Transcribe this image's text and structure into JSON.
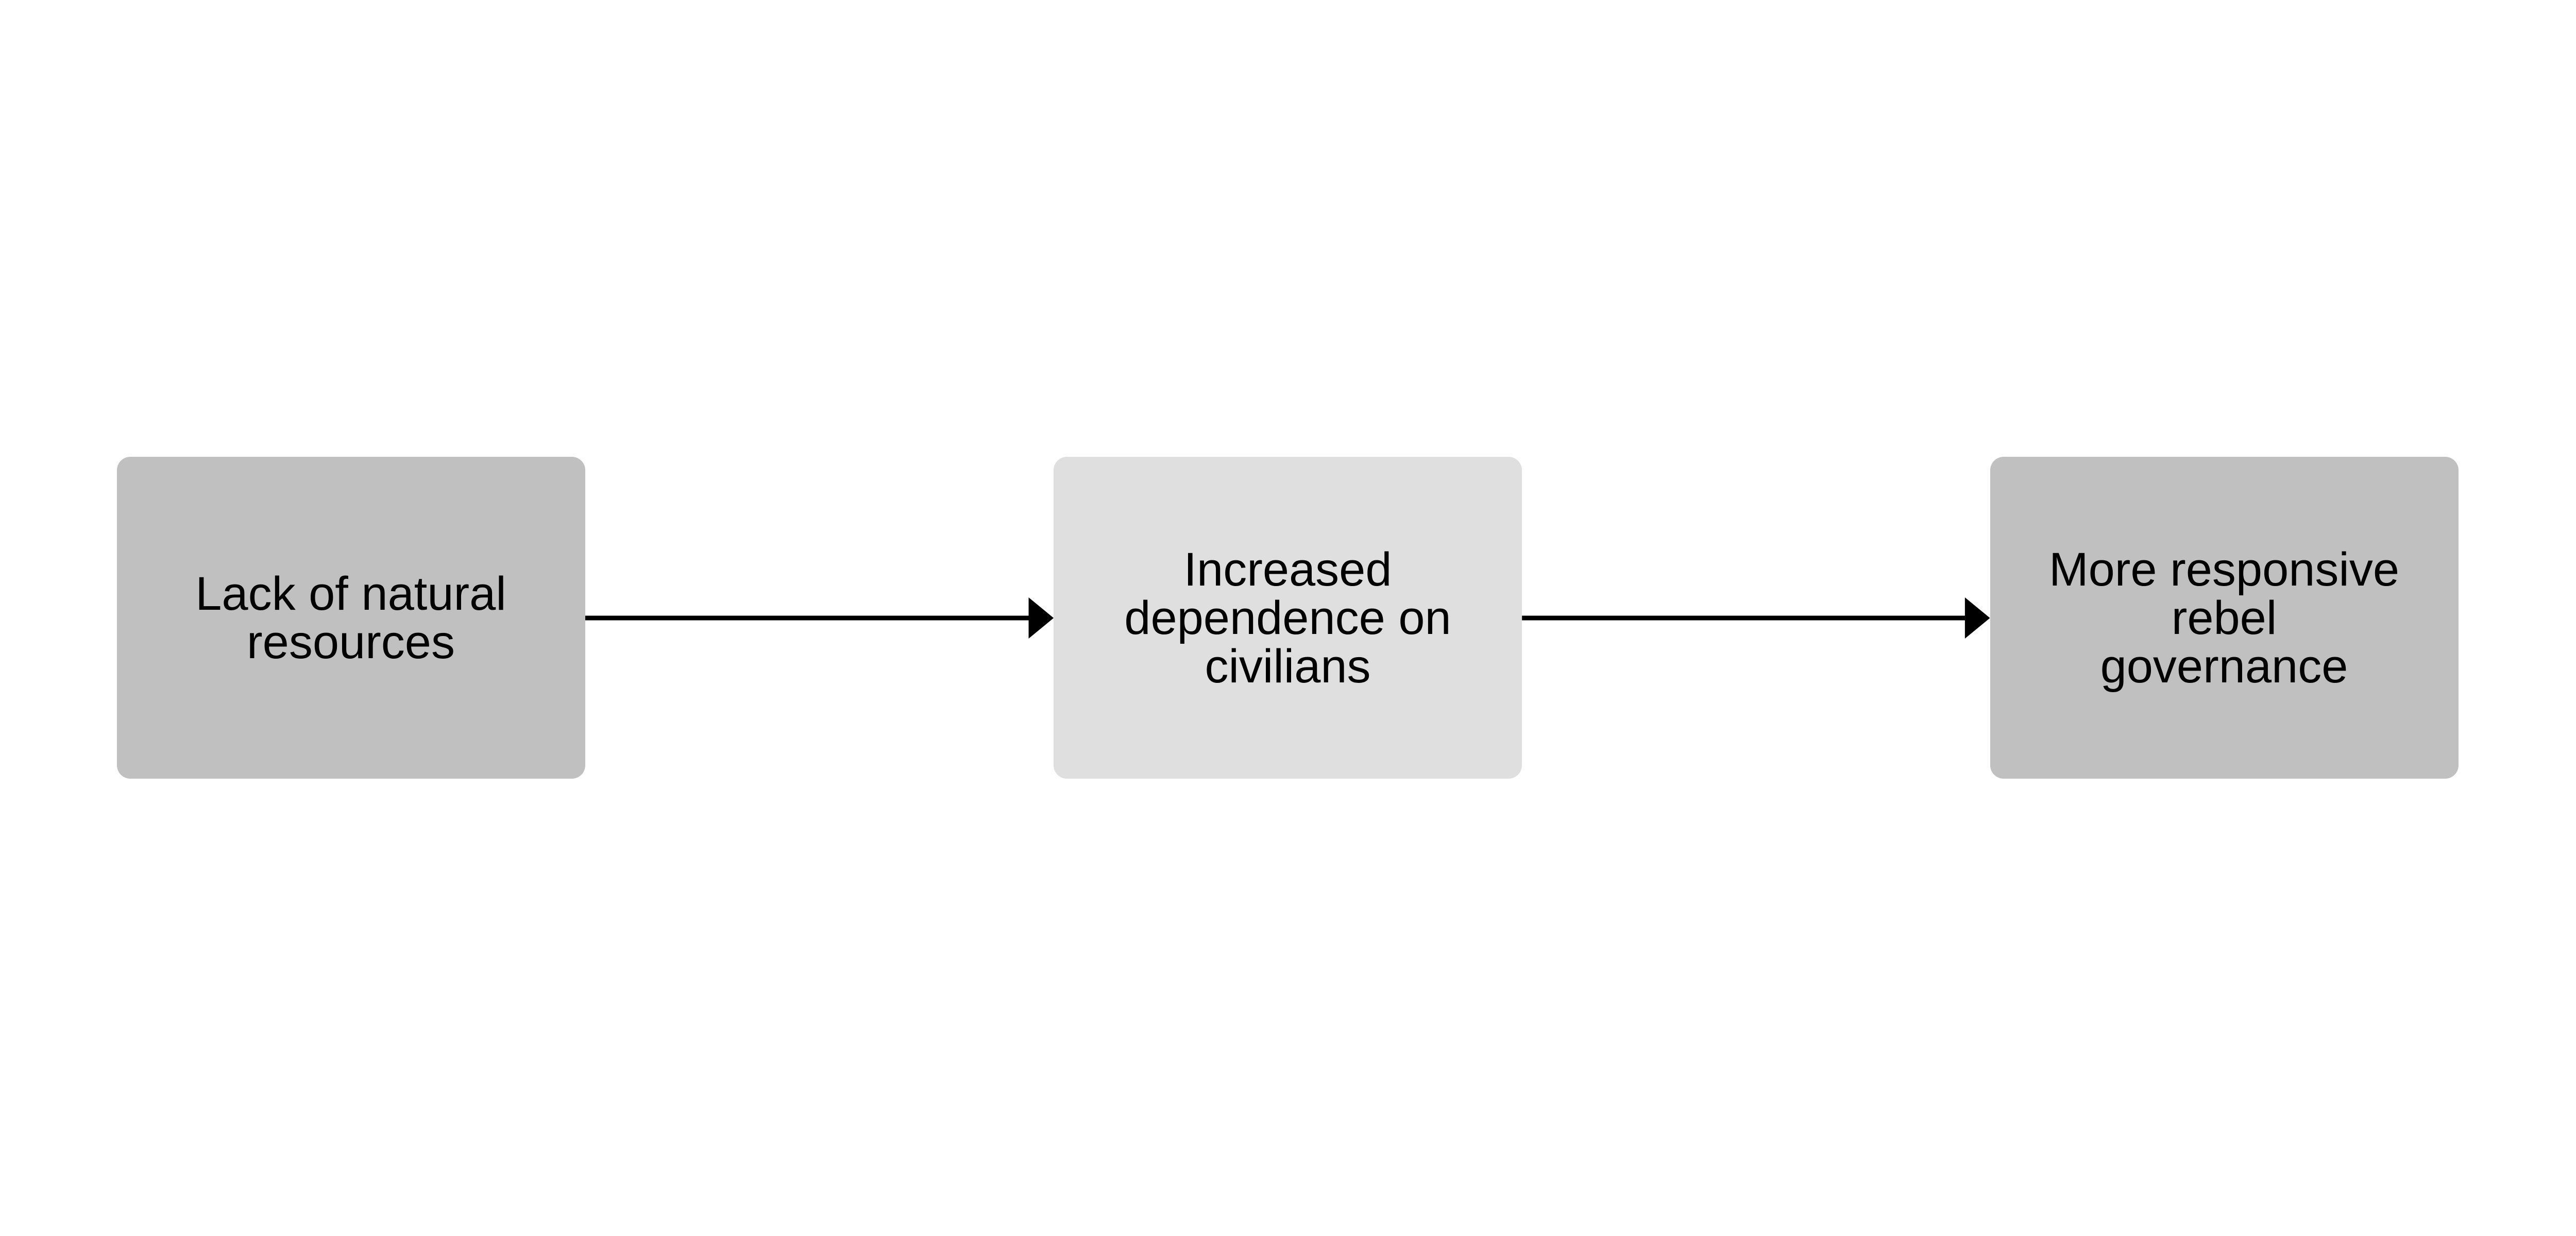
{
  "nodes": [
    {
      "id": "n1",
      "label": "Lack of natural\nresources",
      "color": "#c0c0c0"
    },
    {
      "id": "n2",
      "label": "Increased\ndependence on\ncivilians",
      "color": "#dfdfdf"
    },
    {
      "id": "n3",
      "label": "More responsive\nrebel\ngovernance",
      "color": "#c0c0c0"
    }
  ],
  "edges": [
    {
      "from": "n1",
      "to": "n2"
    },
    {
      "from": "n2",
      "to": "n3"
    }
  ],
  "colors": {
    "edge": "#000000"
  }
}
